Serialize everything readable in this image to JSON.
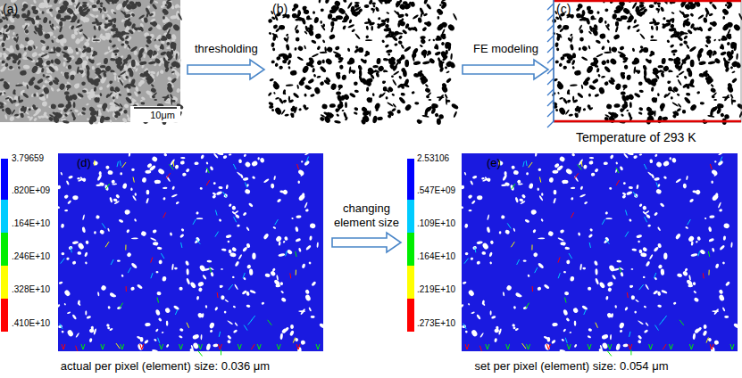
{
  "diagram": {
    "nodes": [
      {
        "text": [
          "(a)",
          "10μm"
        ]
      },
      {
        "text": [
          "(b)"
        ]
      },
      {
        "text": [
          "(c)",
          "Temperature of 293 K"
        ]
      },
      {
        "text": [
          "(d)",
          "actual per pixel (element) size: 0.036 μm"
        ]
      },
      {
        "text": [
          "(e)",
          "set per pixel (element) size: 0.054 μm"
        ]
      }
    ],
    "edges": [
      {
        "from": 0,
        "to": 1,
        "label": "thresholding",
        "arrow": "to"
      },
      {
        "from": 1,
        "to": 2,
        "label": "FE modeling",
        "arrow": "to"
      },
      {
        "from": 3,
        "to": 4,
        "label": "changing element size",
        "arrow": "to"
      }
    ],
    "labels": [
      "3.79659",
      ".820E+09",
      ".164E+10",
      ".246E+10",
      ".328E+10",
      ".410E+10",
      "2.53106",
      ".547E+09",
      ".109E+10",
      ".164E+10",
      ".219E+10",
      ".273E+10"
    ]
  }
}
